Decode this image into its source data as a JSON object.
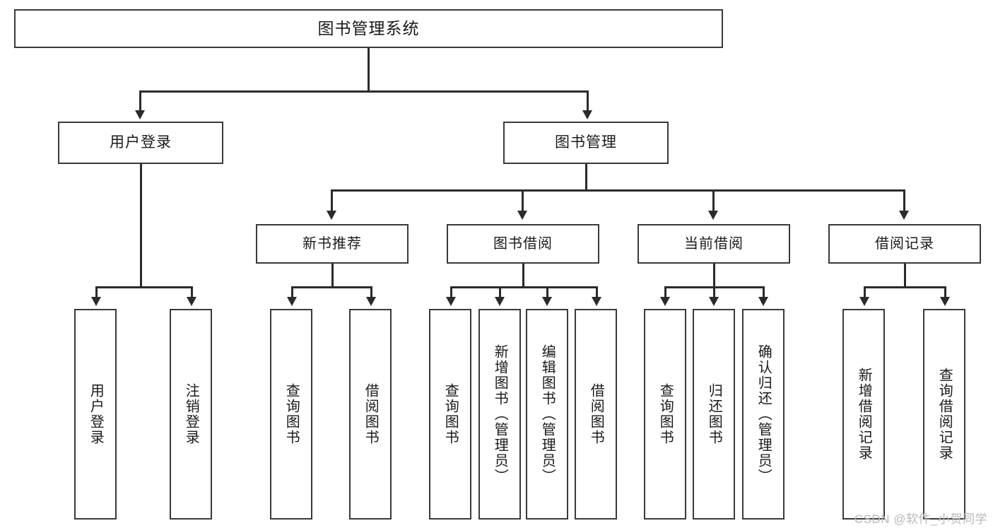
{
  "diagram": {
    "type": "tree-hierarchy",
    "title": "图书管理系统",
    "background_color": "#ffffff",
    "line_color": "#2b2b2b",
    "box_border_color": "#3a3a3a",
    "text_color": "#1a1a1a"
  },
  "root": {
    "label": "图书管理系统"
  },
  "level2": [
    {
      "label": "用户登录"
    },
    {
      "label": "图书管理"
    }
  ],
  "level3": [
    {
      "label": "新书推荐"
    },
    {
      "label": "图书借阅"
    },
    {
      "label": "当前借阅"
    },
    {
      "label": "借阅记录"
    }
  ],
  "leaves": {
    "user_login": [
      {
        "label": "用户登录"
      },
      {
        "label": "注销登录"
      }
    ],
    "new_book_recommend": [
      {
        "label": "查询图书"
      },
      {
        "label": "借阅图书"
      }
    ],
    "book_borrow": [
      {
        "label": "查询图书"
      },
      {
        "label": "新增图书（管理员）"
      },
      {
        "label": "编辑图书（管理员）"
      },
      {
        "label": "借阅图书"
      }
    ],
    "current_borrow": [
      {
        "label": "查询图书"
      },
      {
        "label": "归还图书"
      },
      {
        "label": "确认归还（管理员）"
      }
    ],
    "borrow_record": [
      {
        "label": "新增借阅记录"
      },
      {
        "label": "查询借阅记录"
      }
    ]
  },
  "watermark": {
    "text": "CSDN @软件_小贺同学",
    "color": "#b9b9b9"
  }
}
